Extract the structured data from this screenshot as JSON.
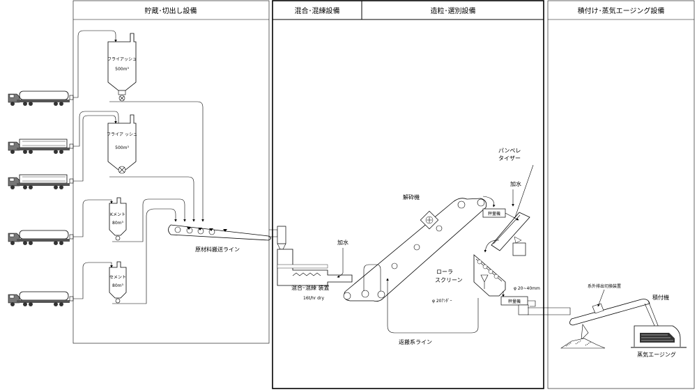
{
  "sections": {
    "storage": "貯蔵･切出し設備",
    "mixing": "混合･混練設備",
    "granulation": "造粒･選別設備",
    "loading": "積付け･蒸気エージング設備"
  },
  "silos": [
    {
      "name": "フライアッシュ",
      "capacity": "500m³"
    },
    {
      "name": "フライア ッシュ",
      "capacity": "500m³"
    },
    {
      "name": "Kメント",
      "capacity": "80m³"
    },
    {
      "name": "セメント",
      "capacity": "80m³"
    }
  ],
  "labels": {
    "raw_conveyor": "原材料搬送ライン",
    "mixer": "混合･混練 装置",
    "mixer_rate": "16t/hr dry",
    "water1": "加水",
    "crusher": "解砕機",
    "pelletizer_l1": "パンペレ",
    "pelletizer_l2": "タイザー",
    "water2": "加水",
    "scale1": "秤量機",
    "roller_l1": "ローラ",
    "roller_l2": "スクリーン",
    "size_small": "φ 20ｱﾝﾀﾞｰ",
    "size_range": "φ 20~40mm",
    "scale2": "秤量機",
    "return_line": "返搬系ライン",
    "discharge": "系外排出切換装置",
    "loader": "積付機",
    "aging": "蒸気エージング"
  }
}
